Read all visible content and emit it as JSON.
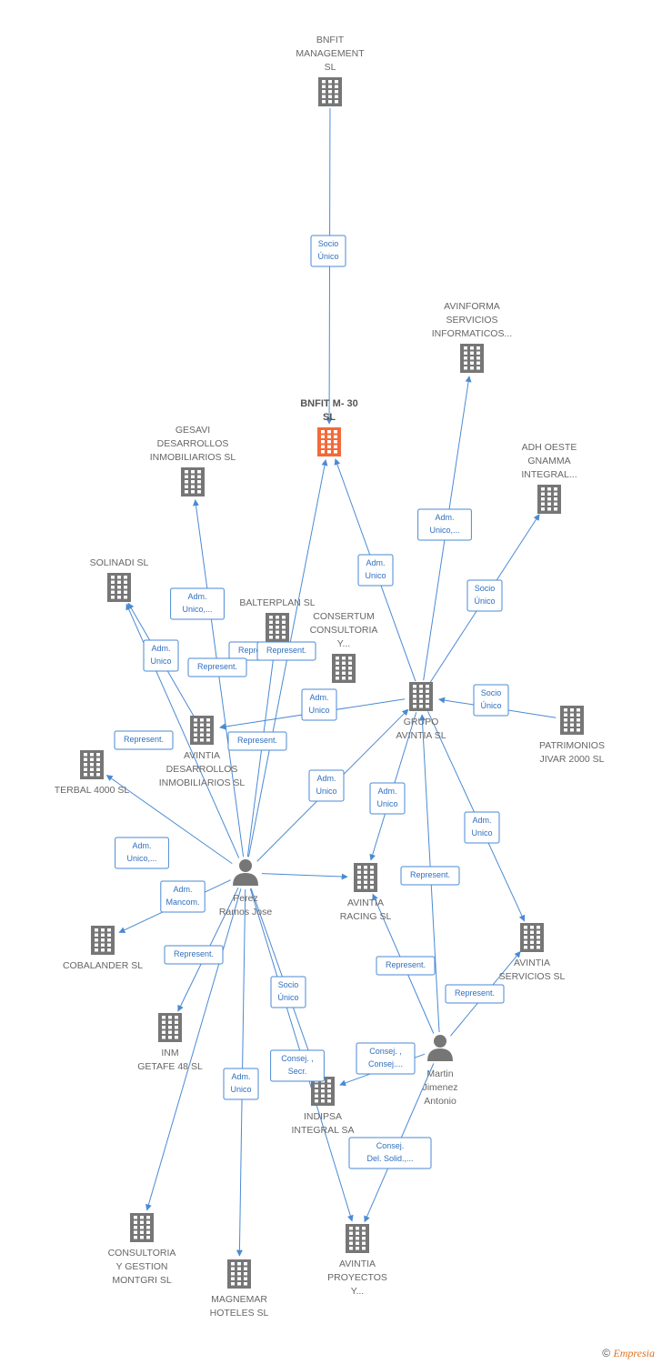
{
  "colors": {
    "edge": "#4a8ad4",
    "building": "#767676",
    "building_main": "#f26a3a",
    "person": "#767676"
  },
  "nodes": [
    {
      "id": "bnfit_mgmt",
      "type": "company",
      "lines": [
        "BNFIT",
        "MANAGEMENT",
        "SL"
      ]
    },
    {
      "id": "bnfit_m30",
      "type": "company",
      "main": true,
      "lines": [
        "BNFIT M- 30",
        "SL"
      ]
    },
    {
      "id": "avinforma",
      "type": "company",
      "lines": [
        "AVINFORMA",
        "SERVICIOS",
        "INFORMATICOS..."
      ]
    },
    {
      "id": "adh",
      "type": "company",
      "lines": [
        "ADH OESTE",
        "GNAMMA",
        "INTEGRAL..."
      ]
    },
    {
      "id": "gesavi",
      "type": "company",
      "lines": [
        "GESAVI",
        "DESARROLLOS",
        "INMOBILIARIOS SL"
      ]
    },
    {
      "id": "solinadi",
      "type": "company",
      "lines": [
        "SOLINADI SL"
      ]
    },
    {
      "id": "balterplan",
      "type": "company",
      "lines": [
        "BALTERPLAN SL"
      ]
    },
    {
      "id": "consertum",
      "type": "company",
      "lines": [
        "CONSERTUM",
        "CONSULTORIA",
        "Y..."
      ]
    },
    {
      "id": "grupo",
      "type": "company",
      "lines": [
        "GRUPO",
        "AVINTIA SL"
      ]
    },
    {
      "id": "patrimonios",
      "type": "company",
      "lines": [
        "PATRIMONIOS",
        "JIVAR 2000 SL"
      ]
    },
    {
      "id": "avintia_des",
      "type": "company",
      "lines": [
        "AVINTIA",
        "DESARROLLOS",
        "INMOBILIARIOS SL"
      ]
    },
    {
      "id": "terbal",
      "type": "company",
      "lines": [
        "TERBAL 4000 SL"
      ]
    },
    {
      "id": "perez",
      "type": "person",
      "lines": [
        "Perez",
        "Ramos Jose"
      ]
    },
    {
      "id": "racing",
      "type": "company",
      "lines": [
        "AVINTIA",
        "RACING SL"
      ]
    },
    {
      "id": "avintia_serv",
      "type": "company",
      "lines": [
        "AVINTIA",
        "SERVICIOS  SL"
      ]
    },
    {
      "id": "cobalander",
      "type": "company",
      "lines": [
        "COBALANDER SL"
      ]
    },
    {
      "id": "getafe",
      "type": "company",
      "lines": [
        "INM",
        "GETAFE 48 SL"
      ]
    },
    {
      "id": "martin",
      "type": "person",
      "lines": [
        "Martin",
        "Jimenez",
        "Antonio"
      ]
    },
    {
      "id": "indipsa",
      "type": "company",
      "lines": [
        "INDIPSA",
        "INTEGRAL SA"
      ]
    },
    {
      "id": "montgri",
      "type": "company",
      "lines": [
        "CONSULTORIA",
        "Y GESTION",
        "MONTGRI  SL"
      ]
    },
    {
      "id": "magnemar",
      "type": "company",
      "lines": [
        "MAGNEMAR",
        "HOTELES  SL"
      ]
    },
    {
      "id": "proyectos",
      "type": "company",
      "lines": [
        "AVINTIA",
        "PROYECTOS",
        "Y..."
      ]
    }
  ],
  "edges": [
    {
      "from": "bnfit_mgmt",
      "to": "bnfit_m30",
      "label": [
        "Socio",
        "Único"
      ]
    },
    {
      "from": "grupo",
      "to": "bnfit_m30",
      "label": [
        "Adm.",
        "Unico"
      ]
    },
    {
      "from": "grupo",
      "to": "avinforma",
      "label": [
        "Adm.",
        "Unico,..."
      ]
    },
    {
      "from": "grupo",
      "to": "adh",
      "label": [
        "Socio",
        "Único"
      ]
    },
    {
      "from": "patrimonios",
      "to": "grupo",
      "label": [
        "Socio",
        "Único"
      ]
    },
    {
      "from": "perez",
      "to": "bnfit_m30",
      "label": [
        "Represent."
      ]
    },
    {
      "from": "perez",
      "to": "gesavi",
      "label": [
        "Adm.",
        "Unico,..."
      ]
    },
    {
      "from": "perez",
      "to": "solinadi",
      "label": [
        "Represent."
      ]
    },
    {
      "from": "avintia_des",
      "to": "solinadi",
      "label": [
        "Adm.",
        "Unico"
      ]
    },
    {
      "from": "grupo",
      "to": "avintia_des",
      "label": [
        "Adm.",
        "Unico"
      ]
    },
    {
      "from": "perez",
      "to": "grupo",
      "label": [
        "Adm.",
        "Unico"
      ]
    },
    {
      "from": "perez",
      "to": "racing",
      "label": [
        "Represent."
      ]
    },
    {
      "from": "grupo",
      "to": "racing",
      "label": [
        "Adm.",
        "Unico"
      ]
    },
    {
      "from": "grupo",
      "to": "avintia_serv",
      "label": [
        "Adm.",
        "Unico"
      ]
    },
    {
      "from": "martin",
      "to": "grupo",
      "label": [
        "Represent."
      ]
    },
    {
      "from": "martin",
      "to": "racing",
      "label": [
        "Represent."
      ]
    },
    {
      "from": "martin",
      "to": "avintia_serv",
      "label": [
        "Represent."
      ]
    },
    {
      "from": "martin",
      "to": "indipsa",
      "label": [
        "Consej. ,",
        "Consej...."
      ]
    },
    {
      "from": "martin",
      "to": "proyectos",
      "label": [
        "Consej.",
        "Del. Solid.,..."
      ]
    },
    {
      "from": "perez",
      "to": "terbal",
      "label": [
        "Represent."
      ]
    },
    {
      "from": "perez",
      "to": "cobalander",
      "label": [
        "Adm.",
        "Unico,..."
      ]
    },
    {
      "from": "perez",
      "to": "getafe",
      "label": [
        "Represent."
      ]
    },
    {
      "from": "perez",
      "to": "indipsa",
      "label": [
        "Socio",
        "Único"
      ]
    },
    {
      "from": "perez",
      "to": "montgri",
      "label": [
        "Adm.",
        "Mancom."
      ]
    },
    {
      "from": "perez",
      "to": "magnemar",
      "label": [
        "Adm.",
        "Unico"
      ]
    },
    {
      "from": "perez",
      "to": "proyectos",
      "label": [
        "Consej. ,",
        "Secr."
      ]
    },
    {
      "from": "perez",
      "to": "balterplan",
      "label": [
        "Represent."
      ]
    }
  ],
  "copyright": {
    "symbol": "©",
    "brand": "Empresia"
  }
}
